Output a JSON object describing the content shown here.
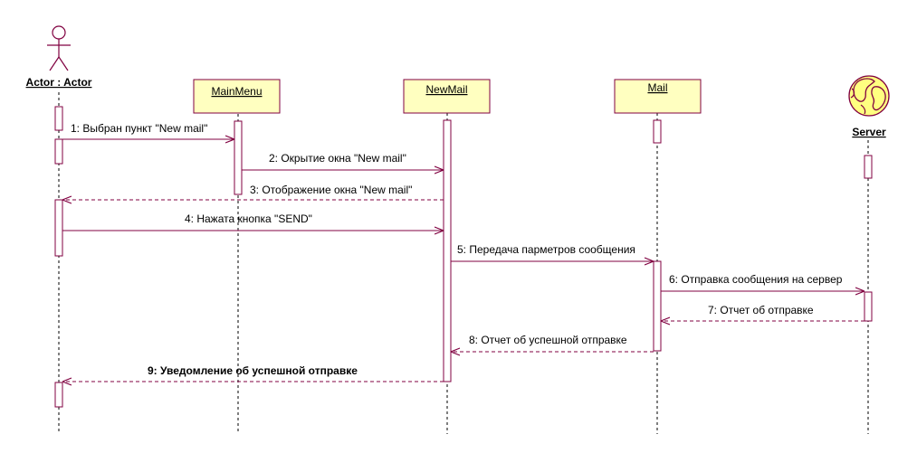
{
  "colors": {
    "line": "#800040",
    "box_fill": "#ffffc0",
    "activation_fill": "#ffffff",
    "lifeline": "#000000",
    "globe_land": "#800040",
    "globe_sea": "#ffff80"
  },
  "lifelines": [
    {
      "id": "actor",
      "name": "Actor : Actor",
      "kind": "actor"
    },
    {
      "id": "mainmenu",
      "name": "MainMenu",
      "kind": "object"
    },
    {
      "id": "newmail",
      "name": "NewMail",
      "kind": "object"
    },
    {
      "id": "mail",
      "name": "Mail",
      "kind": "object"
    },
    {
      "id": "server",
      "name": "Server",
      "kind": "globe-icon"
    }
  ],
  "messages": [
    {
      "label": "1: Выбран пункт \"New mail\"",
      "from": "actor",
      "to": "mainmenu",
      "style": "call"
    },
    {
      "label": "2: Окрытие окна \"New mail\"",
      "from": "mainmenu",
      "to": "newmail",
      "style": "call"
    },
    {
      "label": "3: Отображение окна \"New mail\"",
      "from": "newmail",
      "to": "actor",
      "style": "return"
    },
    {
      "label": "4: Нажата кнопка \"SEND\"",
      "from": "actor",
      "to": "newmail",
      "style": "call"
    },
    {
      "label": "5: Передача парметров сообщения",
      "from": "newmail",
      "to": "mail",
      "style": "call"
    },
    {
      "label": "6: Отправка сообщения на сервер",
      "from": "mail",
      "to": "server",
      "style": "call"
    },
    {
      "label": "7: Отчет об отправке",
      "from": "server",
      "to": "mail",
      "style": "return"
    },
    {
      "label": "8: Отчет об успешной отправке",
      "from": "mail",
      "to": "newmail",
      "style": "return"
    },
    {
      "label": "9: Уведомление об успешной отправке",
      "from": "newmail",
      "to": "actor",
      "style": "return"
    }
  ]
}
